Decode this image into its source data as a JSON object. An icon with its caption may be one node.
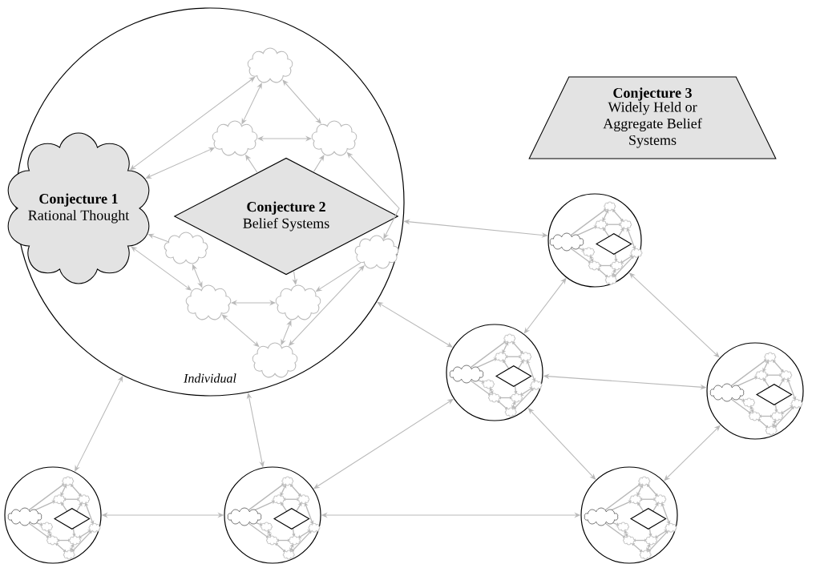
{
  "diagram": {
    "nodes": [
      {
        "text": [
          "Individual"
        ]
      },
      {
        "text": [
          "Conjecture 1",
          "Rational Thought"
        ],
        "in": 0
      },
      {
        "text": [
          "Conjecture 2",
          "Belief Systems"
        ],
        "in": 0
      },
      {
        "text": [],
        "shape": "cloud",
        "in": 0
      },
      {
        "text": [],
        "shape": "cloud",
        "in": 0
      },
      {
        "text": [],
        "shape": "cloud",
        "in": 0
      },
      {
        "text": [],
        "shape": "cloud",
        "in": 0
      },
      {
        "text": [],
        "shape": "cloud",
        "in": 0
      },
      {
        "text": [],
        "shape": "cloud",
        "in": 0
      },
      {
        "text": [],
        "shape": "cloud",
        "in": 0
      },
      {
        "text": [],
        "shape": "cloud",
        "in": 0
      },
      {
        "text": [
          "Conjecture 3",
          "Widely Held or Aggregate Belief Systems"
        ]
      },
      {
        "text": [],
        "shape": "circle"
      },
      {
        "text": [],
        "shape": "circle"
      },
      {
        "text": [],
        "shape": "circle"
      },
      {
        "text": [],
        "shape": "circle"
      },
      {
        "text": [],
        "shape": "circle"
      },
      {
        "text": [],
        "shape": "circle"
      }
    ],
    "edges": [
      {
        "from": 3,
        "to": 1,
        "arrow": "both"
      },
      {
        "from": 3,
        "to": 4,
        "arrow": "both"
      },
      {
        "from": 3,
        "to": 5,
        "arrow": "both"
      },
      {
        "from": 4,
        "to": 1,
        "arrow": "both"
      },
      {
        "from": 4,
        "to": 5,
        "arrow": "both"
      },
      {
        "from": 2,
        "to": 4,
        "arrow": "to"
      },
      {
        "from": 2,
        "to": 5,
        "arrow": "to"
      },
      {
        "from": 5,
        "to": 6,
        "arrow": "both"
      },
      {
        "from": 7,
        "to": 1,
        "arrow": "to"
      },
      {
        "from": 7,
        "to": 8,
        "arrow": "both"
      },
      {
        "from": 1,
        "to": 8,
        "arrow": "both"
      },
      {
        "from": 8,
        "to": 9,
        "arrow": "both"
      },
      {
        "from": 2,
        "to": 9,
        "arrow": "to"
      },
      {
        "from": 6,
        "to": 9,
        "arrow": "to"
      },
      {
        "from": 8,
        "to": 10,
        "arrow": "both"
      },
      {
        "from": 9,
        "to": 10,
        "arrow": "both"
      },
      {
        "from": 6,
        "to": 10,
        "arrow": "both"
      },
      {
        "from": 0,
        "to": 12,
        "arrow": "both"
      },
      {
        "from": 0,
        "to": 13,
        "arrow": "both"
      },
      {
        "from": 0,
        "to": 15,
        "arrow": "both"
      },
      {
        "from": 0,
        "to": 16,
        "arrow": "both"
      },
      {
        "from": 12,
        "to": 13,
        "arrow": "both"
      },
      {
        "from": 12,
        "to": 14,
        "arrow": "both"
      },
      {
        "from": 13,
        "to": 14,
        "arrow": "both"
      },
      {
        "from": 13,
        "to": 16,
        "arrow": "both"
      },
      {
        "from": 13,
        "to": 17,
        "arrow": "both"
      },
      {
        "from": 14,
        "to": 17,
        "arrow": "both"
      },
      {
        "from": 15,
        "to": 16,
        "arrow": "both"
      },
      {
        "from": 16,
        "to": 17,
        "arrow": "both"
      }
    ]
  }
}
